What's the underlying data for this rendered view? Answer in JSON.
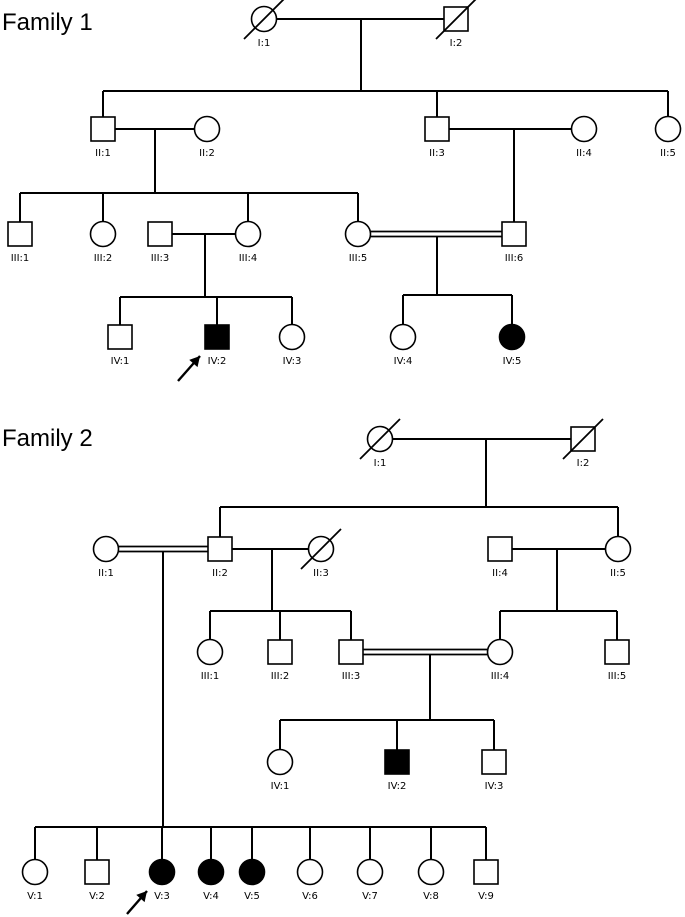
{
  "colors": {
    "line": "#000000",
    "affected": "#000000",
    "unaffected": "#ffffff"
  },
  "families": [
    {
      "title": "Family 1",
      "proband": "IV:2",
      "individuals": [
        {
          "id": "I:1",
          "label": "I:1",
          "sex": "female",
          "affected": false,
          "deceased": true
        },
        {
          "id": "I:2",
          "label": "I:2",
          "sex": "male",
          "affected": false,
          "deceased": true
        },
        {
          "id": "II:1",
          "label": "II:1",
          "sex": "male",
          "affected": false,
          "deceased": false
        },
        {
          "id": "II:2",
          "label": "II:2",
          "sex": "female",
          "affected": false,
          "deceased": false
        },
        {
          "id": "II:3",
          "label": "II:3",
          "sex": "male",
          "affected": false,
          "deceased": false
        },
        {
          "id": "II:4",
          "label": "II:4",
          "sex": "female",
          "affected": false,
          "deceased": false
        },
        {
          "id": "II:5",
          "label": "II:5",
          "sex": "female",
          "affected": false,
          "deceased": false
        },
        {
          "id": "III:1",
          "label": "III:1",
          "sex": "male",
          "affected": false,
          "deceased": false
        },
        {
          "id": "III:2",
          "label": "III:2",
          "sex": "female",
          "affected": false,
          "deceased": false
        },
        {
          "id": "III:3",
          "label": "III:3",
          "sex": "male",
          "affected": false,
          "deceased": false
        },
        {
          "id": "III:4",
          "label": "III:4",
          "sex": "female",
          "affected": false,
          "deceased": false
        },
        {
          "id": "III:5",
          "label": "III:5",
          "sex": "female",
          "affected": false,
          "deceased": false
        },
        {
          "id": "III:6",
          "label": "III:6",
          "sex": "male",
          "affected": false,
          "deceased": false
        },
        {
          "id": "IV:1",
          "label": "IV:1",
          "sex": "male",
          "affected": false,
          "deceased": false
        },
        {
          "id": "IV:2",
          "label": "IV:2",
          "sex": "male",
          "affected": true,
          "deceased": false
        },
        {
          "id": "IV:3",
          "label": "IV:3",
          "sex": "female",
          "affected": false,
          "deceased": false
        },
        {
          "id": "IV:4",
          "label": "IV:4",
          "sex": "female",
          "affected": false,
          "deceased": false
        },
        {
          "id": "IV:5",
          "label": "IV:5",
          "sex": "female",
          "affected": true,
          "deceased": false
        }
      ],
      "unions": [
        {
          "partners": [
            "I:1",
            "I:2"
          ],
          "consanguineous": false,
          "children": [
            "II:1",
            "II:3",
            "II:5"
          ]
        },
        {
          "partners": [
            "II:1",
            "II:2"
          ],
          "consanguineous": false,
          "children": [
            "III:1",
            "III:2",
            "III:4",
            "III:5"
          ]
        },
        {
          "partners": [
            "II:3",
            "II:4"
          ],
          "consanguineous": false,
          "children": [
            "III:6"
          ]
        },
        {
          "partners": [
            "III:3",
            "III:4"
          ],
          "consanguineous": false,
          "children": [
            "IV:1",
            "IV:2",
            "IV:3"
          ]
        },
        {
          "partners": [
            "III:5",
            "III:6"
          ],
          "consanguineous": true,
          "children": [
            "IV:4",
            "IV:5"
          ]
        }
      ]
    },
    {
      "title": "Family 2",
      "proband": "V:3",
      "individuals": [
        {
          "id": "I:1",
          "label": "I:1",
          "sex": "female",
          "affected": false,
          "deceased": true
        },
        {
          "id": "I:2",
          "label": "I:2",
          "sex": "male",
          "affected": false,
          "deceased": true
        },
        {
          "id": "II:1",
          "label": "II:1",
          "sex": "female",
          "affected": false,
          "deceased": false
        },
        {
          "id": "II:2",
          "label": "II:2",
          "sex": "male",
          "affected": false,
          "deceased": false
        },
        {
          "id": "II:3",
          "label": "II:3",
          "sex": "female",
          "affected": false,
          "deceased": true
        },
        {
          "id": "II:4",
          "label": "II:4",
          "sex": "male",
          "affected": false,
          "deceased": false
        },
        {
          "id": "II:5",
          "label": "II:5",
          "sex": "female",
          "affected": false,
          "deceased": false
        },
        {
          "id": "III:1",
          "label": "III:1",
          "sex": "female",
          "affected": false,
          "deceased": false
        },
        {
          "id": "III:2",
          "label": "III:2",
          "sex": "male",
          "affected": false,
          "deceased": false
        },
        {
          "id": "III:3",
          "label": "III:3",
          "sex": "male",
          "affected": false,
          "deceased": false
        },
        {
          "id": "III:4",
          "label": "III:4",
          "sex": "female",
          "affected": false,
          "deceased": false
        },
        {
          "id": "III:5",
          "label": "III:5",
          "sex": "male",
          "affected": false,
          "deceased": false
        },
        {
          "id": "IV:1",
          "label": "IV:1",
          "sex": "female",
          "affected": false,
          "deceased": false
        },
        {
          "id": "IV:2",
          "label": "IV:2",
          "sex": "male",
          "affected": true,
          "deceased": false
        },
        {
          "id": "IV:3",
          "label": "IV:3",
          "sex": "male",
          "affected": false,
          "deceased": false
        },
        {
          "id": "V:1",
          "label": "V:1",
          "sex": "female",
          "affected": false,
          "deceased": false
        },
        {
          "id": "V:2",
          "label": "V:2",
          "sex": "male",
          "affected": false,
          "deceased": false
        },
        {
          "id": "V:3",
          "label": "V:3",
          "sex": "female",
          "affected": true,
          "deceased": false
        },
        {
          "id": "V:4",
          "label": "V:4",
          "sex": "female",
          "affected": true,
          "deceased": false
        },
        {
          "id": "V:5",
          "label": "V:5",
          "sex": "female",
          "affected": true,
          "deceased": false
        },
        {
          "id": "V:6",
          "label": "V:6",
          "sex": "female",
          "affected": false,
          "deceased": false
        },
        {
          "id": "V:7",
          "label": "V:7",
          "sex": "female",
          "affected": false,
          "deceased": false
        },
        {
          "id": "V:8",
          "label": "V:8",
          "sex": "female",
          "affected": false,
          "deceased": false
        },
        {
          "id": "V:9",
          "label": "V:9",
          "sex": "male",
          "affected": false,
          "deceased": false
        }
      ],
      "unions": [
        {
          "partners": [
            "I:1",
            "I:2"
          ],
          "consanguineous": false,
          "children": [
            "II:2",
            "II:5"
          ]
        },
        {
          "partners": [
            "II:1",
            "II:2"
          ],
          "consanguineous": true,
          "children": [
            "V:1",
            "V:2",
            "V:3",
            "V:4",
            "V:5",
            "V:6",
            "V:7",
            "V:8",
            "V:9"
          ]
        },
        {
          "partners": [
            "II:2",
            "II:3"
          ],
          "consanguineous": false,
          "children": [
            "III:1",
            "III:2",
            "III:3"
          ]
        },
        {
          "partners": [
            "II:4",
            "II:5"
          ],
          "consanguineous": false,
          "children": [
            "III:4",
            "III:5"
          ]
        },
        {
          "partners": [
            "III:3",
            "III:4"
          ],
          "consanguineous": true,
          "children": [
            "IV:1",
            "IV:2",
            "IV:3"
          ]
        }
      ]
    }
  ]
}
